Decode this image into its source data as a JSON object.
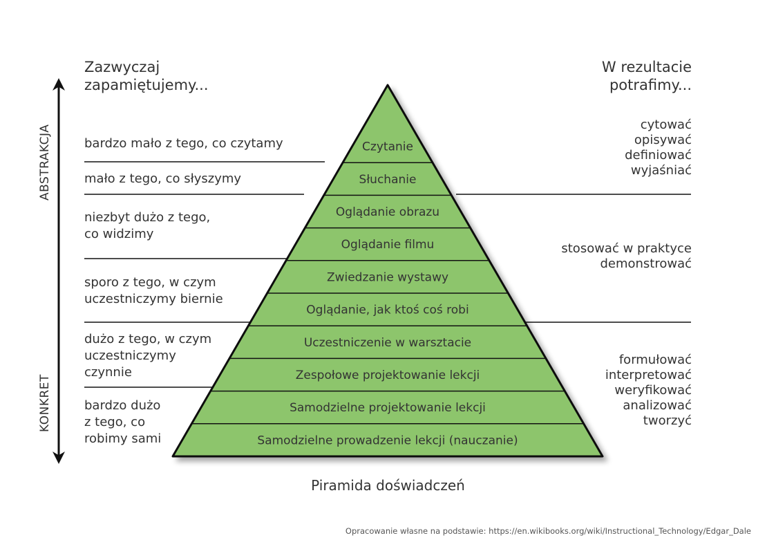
{
  "headings": {
    "left": [
      "Zazwyczaj",
      "zapamiętujemy..."
    ],
    "right": [
      "W rezultacie",
      "potrafimy..."
    ]
  },
  "axis": {
    "top_label": "ABSTRAKCJA",
    "bottom_label": "KONKRET"
  },
  "pyramid_layers": [
    "Czytanie",
    "Słuchanie",
    "Oglądanie obrazu",
    "Oglądanie filmu",
    "Zwiedzanie wystawy",
    "Oglądanie, jak ktoś coś robi",
    "Uczestniczenie w warsztacie",
    "Zespołowe projektowanie lekcji",
    "Samodzielne projektowanie lekcji",
    "Samodzielne prowadzenie lekcji (nauczanie)"
  ],
  "retention_labels": [
    [
      "bardzo mało z tego, co czytamy"
    ],
    [
      "mało z tego, co słyszymy"
    ],
    [
      "niezbyt dużo z tego,",
      "co widzimy"
    ],
    [
      "sporo z tego, w czym",
      "uczestniczymy biernie"
    ],
    [
      "dużo z tego, w czym",
      "uczestniczymy",
      "czynnie"
    ],
    [
      "bardzo dużo",
      "z tego, co",
      "robimy sami"
    ]
  ],
  "outcome_groups": [
    [
      "cytować",
      "opisywać",
      "definiować",
      "wyjaśniać"
    ],
    [
      "stosować w praktyce",
      "demonstrować"
    ],
    [
      "formułować",
      "interpretować",
      "weryfikować",
      "analizować",
      "tworzyć"
    ]
  ],
  "caption": "Piramida doświadczeń",
  "source": "Opracowanie własne na podstawie: https://en.wikibooks.org/wiki/Instructional_Technology/Edgar_Dale",
  "colors": {
    "pyramid_fill": "#8dc56c",
    "outline": "#111111",
    "text": "#333333"
  }
}
